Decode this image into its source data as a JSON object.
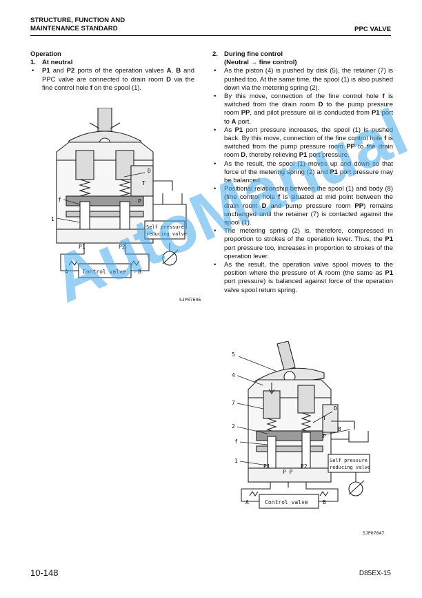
{
  "header": {
    "left_line1": "STRUCTURE, FUNCTION AND",
    "left_line2": "MAINTENANCE STANDARD",
    "right": "PPC VALVE"
  },
  "left_col": {
    "heading": "Operation",
    "section_num": "1.",
    "section_title": "At neutral",
    "bullet_html": "<b>P1</b> and <b>P2</b> ports of the operation valves <b>A</b>, <b>B</b> and PPC valve are connected to drain room <b>D</b> via the fine control hole <b>f</b> on the spool (1)."
  },
  "right_col": {
    "section_num": "2.",
    "section_title": "During fine control",
    "section_subtitle": "(Neutral → fine control)",
    "bullets_html": [
      "As the piston (4) is pushed by disk (5), the retainer (7) is pushed too. At the same time, the spool (1) is also pushed down via the metering spring (2).",
      "By this move, connection of the fine control hole <b>f</b> is switched from the drain room <b>D</b> to the pump pressure room <b>PP</b>, and pilot pressure oil is conducted from <b>P1</b> port to <b>A</b> port.",
      "As <b>P1</b> port pressure increases, the spool (1) is pushed back. By this move, connection of the fine control hole <b>f</b> is switched from the pump pressure room <b>PP</b> to the drain room <b>D</b>, thereby relieving <b>P1</b> port pressure.",
      "As the result, the spool (1) moves up and down so that force of the metering spring (2) and <b>P1</b> port pressure may be balanced.",
      "Positional relationship between the spool (1) and body (8) (fine control hole <b>f</b> is situated at mid point between the drain room <b>D</b> and pump pressure room <b>PP</b>) remains unchanged until the retainer (7) is contacted against the spool (1).",
      "The metering spring (2) is, therefore, compressed in proportion to strokes of the operation lever. Thus, the <b>P1</b> port pressure too, increases in proportion to strokes of the operation lever.",
      "As the result, the operation valve spool moves to the position where the pressure of <b>A</b> room (the same as <b>P1</b> port pressure) is balanced against force of the operation valve spool return spring."
    ]
  },
  "figure1": {
    "label_D": "D",
    "label_T": "T",
    "label_f": "f",
    "label_P": "P",
    "label_1": "1",
    "label_P1": "P1",
    "label_P2": "P2",
    "self_line1": "Self pressure",
    "self_line2": "reducing valve",
    "control_valve": "Control valve",
    "label_A": "A",
    "label_B": "B",
    "code": "SJP07646"
  },
  "figure2": {
    "label_5": "5",
    "label_4": "4",
    "label_7": "7",
    "label_2": "2",
    "label_f": "f",
    "label_1": "1",
    "label_D": "D",
    "label_T": "T",
    "label_8": "8",
    "label_P": "P",
    "label_P1": "P1",
    "label_Pp": "P P",
    "label_P2": "P2",
    "self_line1": "Self pressure",
    "self_line2": "reducing valve",
    "control_valve": "Control valve",
    "label_A": "A",
    "label_B": "B",
    "code": "SJP07647"
  },
  "footer": {
    "page": "10-148",
    "model": "D85EX-15"
  },
  "watermark": "AutoManual"
}
